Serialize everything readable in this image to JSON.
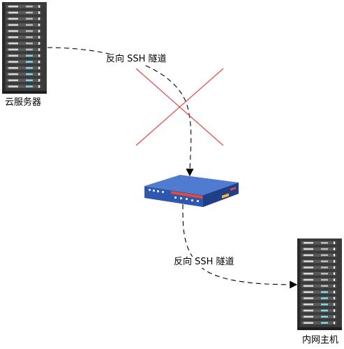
{
  "nodes": {
    "cloud_server": {
      "label": "云服务器",
      "icon": "server-rack-icon"
    },
    "router": {
      "label": "",
      "icon": "router-icon"
    },
    "intranet_host": {
      "label": "内网主机",
      "icon": "server-rack-icon"
    }
  },
  "edges": {
    "tunnel_top": {
      "label": "反向 SSH 隧道",
      "style": "dashed-arrow",
      "blocked": true
    },
    "tunnel_bottom": {
      "label": "反向 SSH 隧道",
      "style": "dashed-arrow",
      "blocked": false
    }
  },
  "colors": {
    "server_body": "#3a3a3a",
    "server_slot": "#d9d9d9",
    "server_led": "#7fd7ec",
    "router_body": "#2e57b0",
    "router_stripe": "#e8483c",
    "cross": "#e04848",
    "edge": "#000000"
  }
}
